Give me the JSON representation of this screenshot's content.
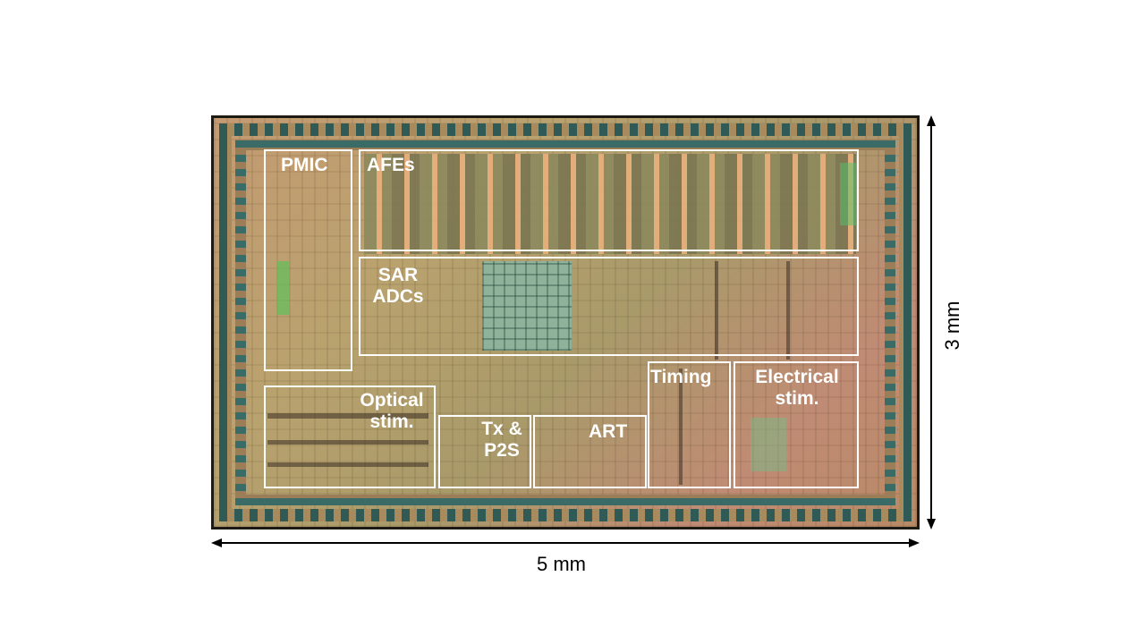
{
  "blocks": {
    "pmic": "PMIC",
    "afes": "AFEs",
    "sar_adcs": [
      "SAR",
      "ADCs"
    ],
    "optical_stim": [
      "Optical",
      "stim."
    ],
    "tx_p2s": [
      "Tx &",
      "P2S"
    ],
    "art": "ART",
    "timing": "Timing",
    "electrical_stim": [
      "Electrical",
      "stim."
    ]
  },
  "dimensions": {
    "width_label": "5 mm",
    "height_label": "3 mm"
  }
}
